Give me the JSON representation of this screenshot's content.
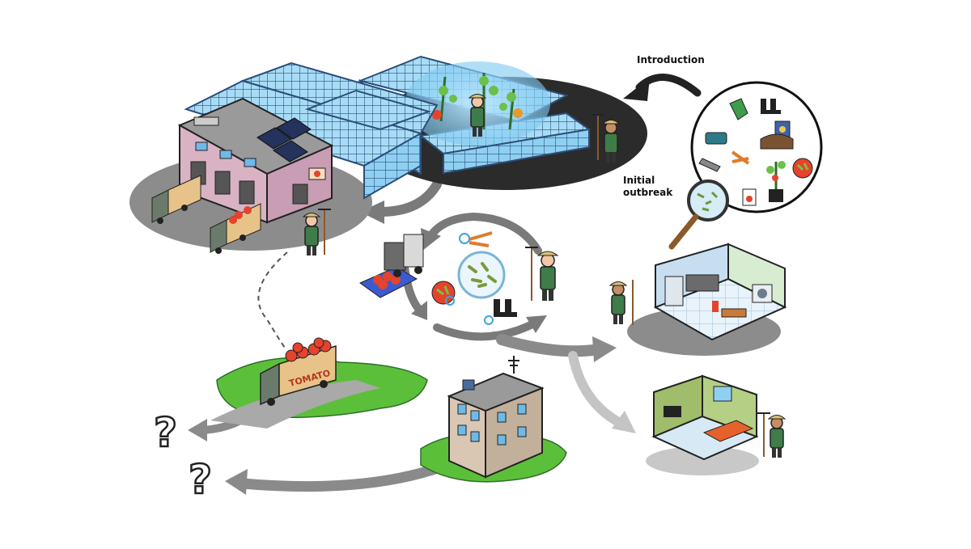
{
  "labels": {
    "introduction": "Introduction",
    "initial_outbreak_line1": "Initial",
    "initial_outbreak_line2": "outbreak",
    "truck_brand": "TOMATO",
    "question_mark": "?"
  },
  "colors": {
    "greenhouse_glass": "#8fd0f2",
    "greenhouse_frame": "#2a4f7a",
    "ground_dark": "#2b2b2b",
    "ground_grey": "#8c8c8c",
    "grass": "#5cbf3a",
    "arrow_dark": "#6e6e6e",
    "arrow_light": "#bdbdbd",
    "tomato_red": "#e5432c",
    "worker_apron": "#3e7c4a",
    "building_pink": "#d9b3c4"
  },
  "icons": {
    "magnifier": "magnifier-icon",
    "gloves": "gloves-icon",
    "boots": "boots-icon",
    "pruning_shears": "pruning-shears-icon",
    "bacteria": "bacteria-icon",
    "tomato_plant": "tomato-plant-icon",
    "diseased_tomato": "diseased-tomato-icon"
  }
}
